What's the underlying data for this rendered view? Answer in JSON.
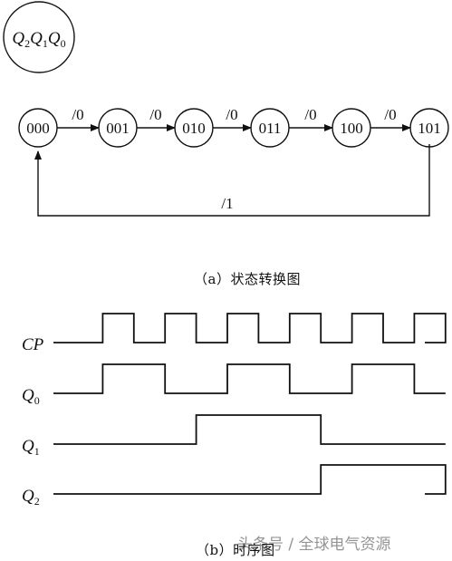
{
  "legend": {
    "q": "Q",
    "subs": [
      "2",
      "1",
      "0"
    ]
  },
  "states": [
    "000",
    "001",
    "010",
    "011",
    "100",
    "101"
  ],
  "transitions": [
    "/0",
    "/0",
    "/0",
    "/0",
    "/0"
  ],
  "return_transition": "/1",
  "caption_a": "（a）状态转换图",
  "caption_b": "（b）时序图",
  "watermark": "头条号 / 全球电气资源",
  "signals": [
    {
      "name": "CP",
      "sub": "",
      "levels": [
        0,
        1,
        0,
        1,
        0,
        1,
        0,
        1,
        0,
        1,
        0,
        1,
        0
      ]
    },
    {
      "name": "Q",
      "sub": "0",
      "levels": [
        0,
        1,
        1,
        0,
        0,
        1,
        1,
        0,
        0,
        1,
        1,
        0,
        0
      ]
    },
    {
      "name": "Q",
      "sub": "1",
      "levels": [
        0,
        0,
        0,
        0,
        1,
        1,
        1,
        1,
        0,
        0,
        0,
        0,
        0
      ]
    },
    {
      "name": "Q",
      "sub": "2",
      "levels": [
        0,
        0,
        0,
        0,
        0,
        0,
        0,
        0,
        1,
        1,
        1,
        1,
        0
      ]
    }
  ]
}
